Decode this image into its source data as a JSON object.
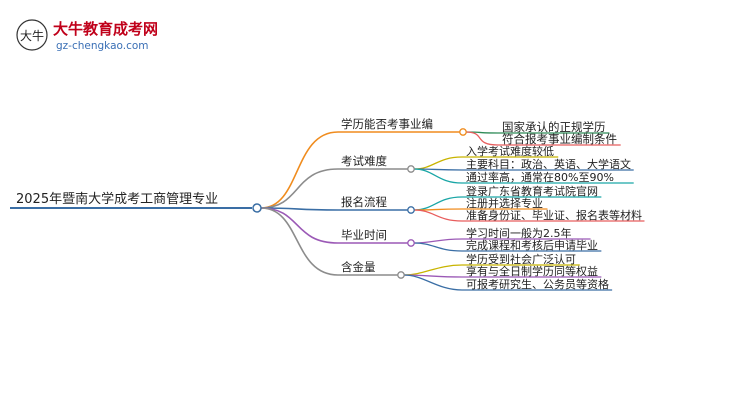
{
  "logo": {
    "title": "大牛教育成考网",
    "url": "gz-chengkao.com",
    "mark_glyph": "大牛",
    "title_color": "#c0001a",
    "url_color": "#3a6fb5"
  },
  "mindmap": {
    "root": "2025年暨南大学成考工商管理专业",
    "root_color": "#3a6ea5",
    "branches": [
      {
        "label": "学历能否考事业编",
        "color": "#f08c1e",
        "leaves": [
          "国家承认的正规学历",
          "符合报考事业编制条件"
        ],
        "leaf_colors": [
          "#2e8b57",
          "#e85d5d"
        ]
      },
      {
        "label": "考试难度",
        "color": "#8c8c8c",
        "leaves": [
          "入学考试难度较低",
          "主要科目：政治、英语、大学语文",
          "通过率高，通常在80%至90%"
        ],
        "leaf_colors": [
          "#c8b400",
          "#3a6ea5",
          "#1aa6a6"
        ]
      },
      {
        "label": "报名流程",
        "color": "#3a6ea5",
        "leaves": [
          "登录广东省教育考试院官网",
          "注册并选择专业",
          "准备身份证、毕业证、报名表等材料"
        ],
        "leaf_colors": [
          "#1aa6a6",
          "#f08c1e",
          "#e85d5d"
        ]
      },
      {
        "label": "毕业时间",
        "color": "#9b59b6",
        "leaves": [
          "学习时间一般为2.5年",
          "完成课程和考核后申请毕业"
        ],
        "leaf_colors": [
          "#9b59b6",
          "#3a6ea5"
        ]
      },
      {
        "label": "含金量",
        "color": "#8c8c8c",
        "leaves": [
          "学历受到社会广泛认可",
          "享有与全日制学历同等权益",
          "可报考研究生、公务员等资格"
        ],
        "leaf_colors": [
          "#c8b400",
          "#9b59b6",
          "#3a6ea5"
        ]
      }
    ]
  }
}
